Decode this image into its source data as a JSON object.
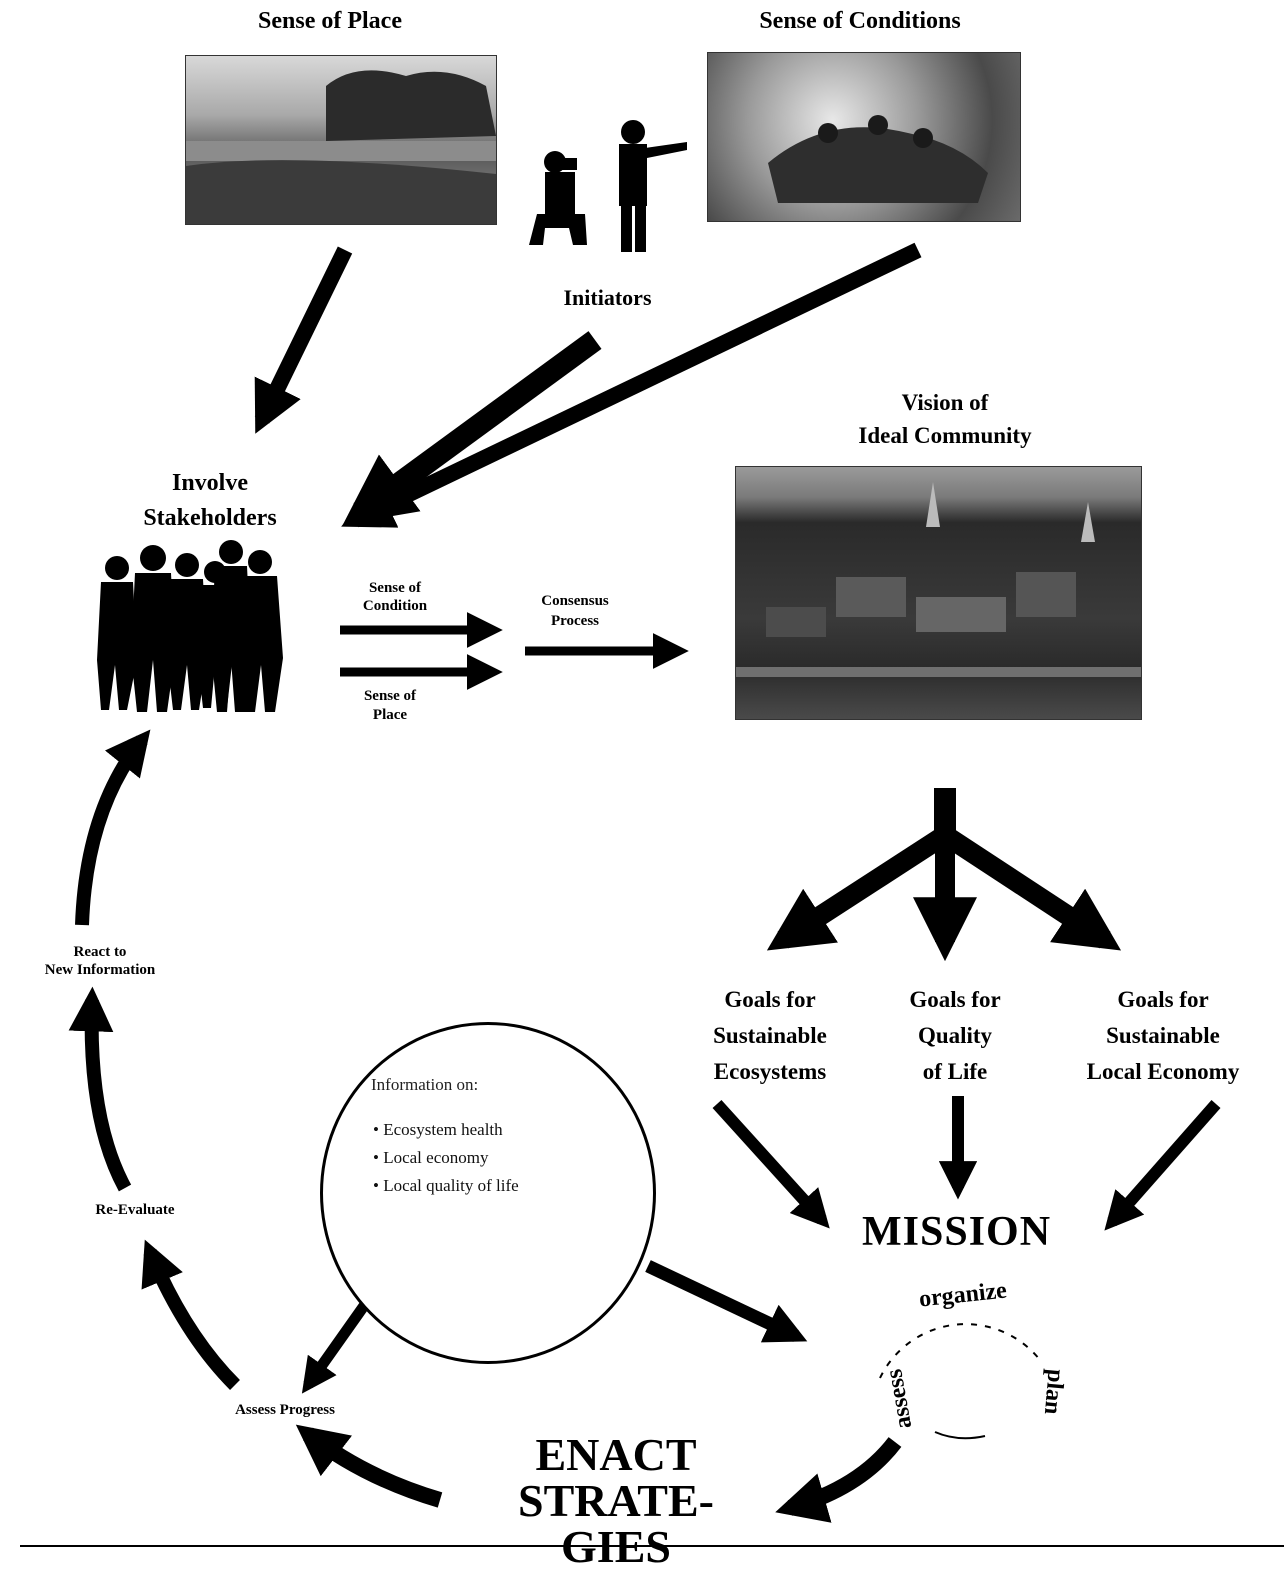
{
  "top_labels": {
    "sense_of_place": "Sense of Place",
    "sense_of_conditions": "Sense of Conditions",
    "initiators": "Initiators"
  },
  "vision": {
    "line1": "Vision of",
    "line2": "Ideal Community"
  },
  "stakeholders": {
    "line1": "Involve",
    "line2": "Stakeholders"
  },
  "flow_labels": {
    "sense_of_condition_line1": "Sense of",
    "sense_of_condition_line2": "Condition",
    "sense_of_place_line1": "Sense of",
    "sense_of_place_line2": "Place",
    "consensus_line1": "Consensus",
    "consensus_line2": "Process"
  },
  "goals": [
    {
      "line1": "Goals for",
      "line2": "Sustainable",
      "line3": "Ecosystems"
    },
    {
      "line1": "Goals for",
      "line2": "Quality",
      "line3": "of Life"
    },
    {
      "line1": "Goals for",
      "line2": "Sustainable",
      "line3": "Local Economy"
    }
  ],
  "mission": "MISSION",
  "cycle_words": {
    "organize": "organize",
    "plan": "plan",
    "assess": "assess"
  },
  "enact": {
    "line1": "ENACT",
    "line2": "STRATE-",
    "line3": "GIES"
  },
  "loop_labels": {
    "react_line1": "React to",
    "react_line2": "New Information",
    "re_evaluate": "Re-Evaluate",
    "assess_progress": "Assess Progress"
  },
  "info_circle": {
    "title": "Information on:",
    "items": [
      "Ecosystem health",
      "Local economy",
      "Local quality of life"
    ]
  }
}
